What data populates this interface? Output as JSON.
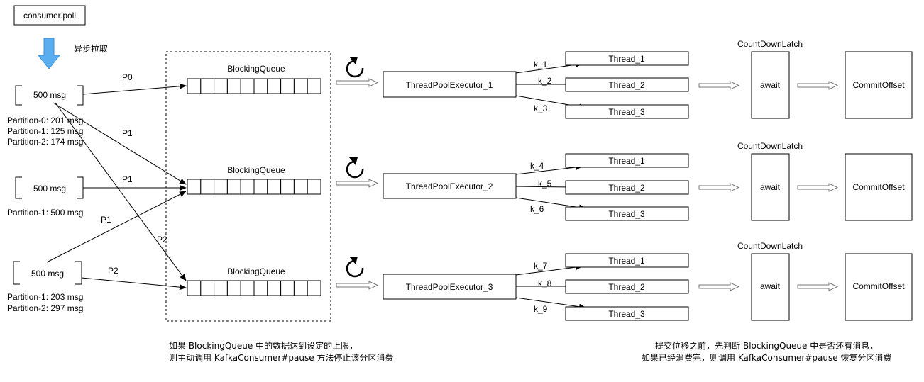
{
  "poll": {
    "label": "consumer.poll",
    "async_label": "异步拉取"
  },
  "batches": [
    {
      "label": "500 msg",
      "partitions": [
        "Partition-0: 201 msg",
        "Partition-1: 125 msg",
        "Partition-2: 174 msg"
      ]
    },
    {
      "label": "500 msg",
      "partitions": [
        "Partition-1: 500 msg"
      ]
    },
    {
      "label": "500 msg",
      "partitions": [
        "Partition-1: 203 msg",
        "Partition-2: 297 msg"
      ]
    }
  ],
  "flow_labels": {
    "b1_q1": "P0",
    "b1_q2": "P1",
    "b1_q3": "P2",
    "b2_q2": "P1",
    "b3_q2": "P1",
    "b3_q3": "P2"
  },
  "queues": [
    {
      "label": "BlockingQueue",
      "slots": 10
    },
    {
      "label": "BlockingQueue",
      "slots": 10
    },
    {
      "label": "BlockingQueue",
      "slots": 10
    }
  ],
  "executors": [
    {
      "label": "ThreadPoolExecutor_1",
      "threads": [
        {
          "key": "k_1",
          "label": "Thread_1"
        },
        {
          "key": "k_2",
          "label": "Thread_2"
        },
        {
          "key": "k_3",
          "label": "Thread_3"
        }
      ],
      "latch": "CountDownLatch",
      "await": "await",
      "commit": "CommitOffset"
    },
    {
      "label": "ThreadPoolExecutor_2",
      "threads": [
        {
          "key": "k_4",
          "label": "Thread_1"
        },
        {
          "key": "k_5",
          "label": "Thread_2"
        },
        {
          "key": "k_6",
          "label": "Thread_3"
        }
      ],
      "latch": "CountDownLatch",
      "await": "await",
      "commit": "CommitOffset"
    },
    {
      "label": "ThreadPoolExecutor_3",
      "threads": [
        {
          "key": "k_7",
          "label": "Thread_1"
        },
        {
          "key": "k_8",
          "label": "Thread_2"
        },
        {
          "key": "k_9",
          "label": "Thread_3"
        }
      ],
      "latch": "CountDownLatch",
      "await": "await",
      "commit": "CommitOffset"
    }
  ],
  "notes": {
    "pause": [
      "如果 BlockingQueue 中的数据达到设定的上限，",
      "则主动调用 KafkaConsumer#pause 方法停止该分区消费"
    ],
    "resume": [
      "提交位移之前，先判断 BlockingQueue 中是否还有消息，",
      "如果已经消费完，则调用 KafkaConsumer#pause 恢复分区消费"
    ]
  },
  "colors": {
    "arrow_fill": "#5aaef0",
    "arrow_stroke": "#3b8fd6",
    "line": "#000000"
  }
}
